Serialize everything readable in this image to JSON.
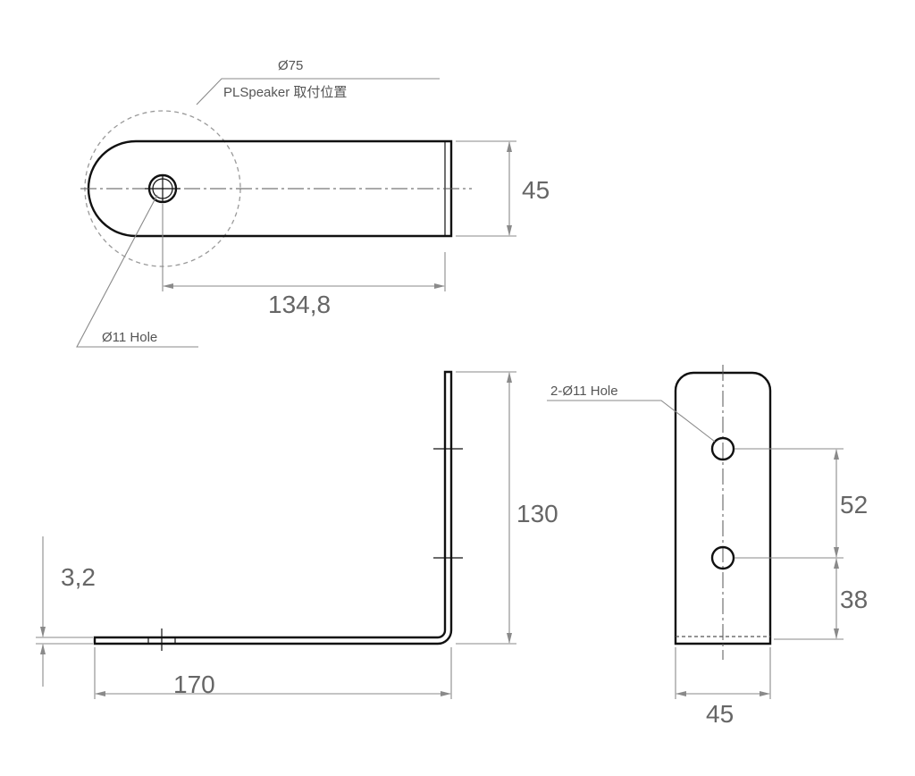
{
  "top_view": {
    "speaker_diameter": "Ø75",
    "speaker_label": "PLSpeaker  取付位置",
    "hole_label": "Ø11 Hole",
    "width_dim": "45",
    "length_dim": "134,8"
  },
  "side_view": {
    "height_dim": "130",
    "thickness_dim": "3,2",
    "length_dim": "170"
  },
  "end_view": {
    "holes_label": "2-Ø11  Hole",
    "hole_spacing_dim": "52",
    "hole_height_dim": "38",
    "width_dim": "45"
  }
}
